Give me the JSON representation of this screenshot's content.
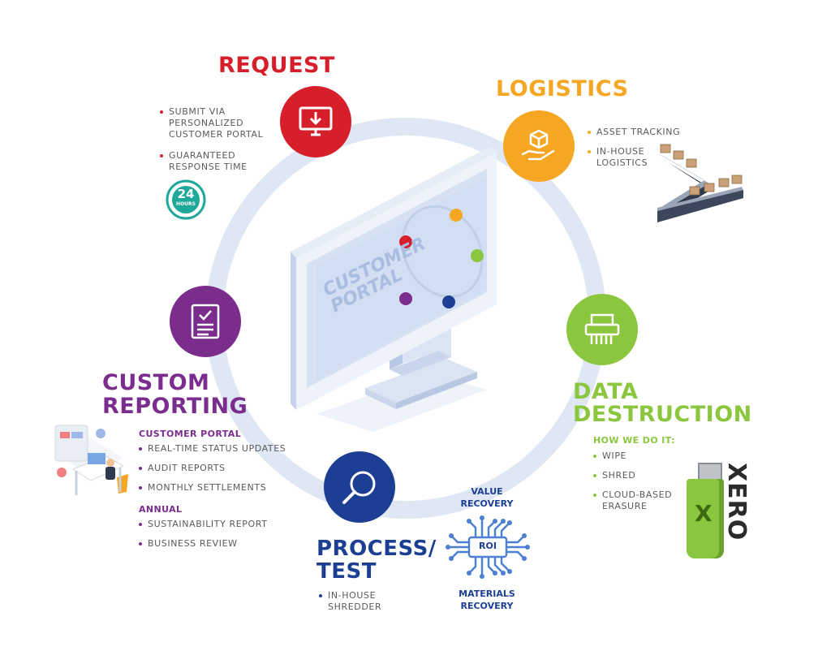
{
  "request": {
    "title": "REQUEST",
    "items": [
      "SUBMIT VIA PERSONALIZED CUSTOMER PORTAL",
      "GUARANTEED RESPONSE TIME"
    ],
    "badge_number": "24",
    "badge_text": "HOURS",
    "color": "#d71f2b",
    "icon": "monitor-download-icon"
  },
  "logistics": {
    "title": "LOGISTICS",
    "items": [
      "ASSET TRACKING",
      "IN-HOUSE LOGISTICS"
    ],
    "color": "#f5a623",
    "icon": "hand-box-icon"
  },
  "data_destruction": {
    "title_line1": "DATA",
    "title_line2": "DESTRUCTION",
    "subheading": "HOW WE DO IT:",
    "items": [
      "WIPE",
      "SHRED",
      "CLOUD-BASED ERASURE"
    ],
    "color": "#8bc63f",
    "icon": "shredder-icon",
    "usb_brand": "XERO",
    "usb_letter": "X"
  },
  "custom_reporting": {
    "title_line1": "CUSTOM",
    "title_line2": "REPORTING",
    "group1_heading": "CUSTOMER PORTAL",
    "group1_items": [
      "REAL-TIME STATUS UPDATES",
      "AUDIT REPORTS",
      "MONTHLY SETTLEMENTS"
    ],
    "group2_heading": "ANNUAL",
    "group2_items": [
      "SUSTAINABILITY REPORT",
      "BUSINESS REVIEW"
    ],
    "color": "#7b2d8e",
    "icon": "clipboard-check-icon"
  },
  "process_test": {
    "title_line1": "PROCESS/",
    "title_line2": "TEST",
    "items": [
      "IN-HOUSE SHREDDER"
    ],
    "color": "#1c3f94",
    "icon": "magnifier-icon"
  },
  "recovery": {
    "top_label_line1": "VALUE",
    "top_label_line2": "RECOVERY",
    "chip_label": "ROI",
    "bottom_label_line1": "MATERIALS",
    "bottom_label_line2": "RECOVERY",
    "color": "#1c3f94",
    "chip_color": "#4a7fd4"
  },
  "monitor": {
    "screen_line1": "CUSTOMER",
    "screen_line2": "PORTAL"
  },
  "ring_color": "#dde6f5"
}
